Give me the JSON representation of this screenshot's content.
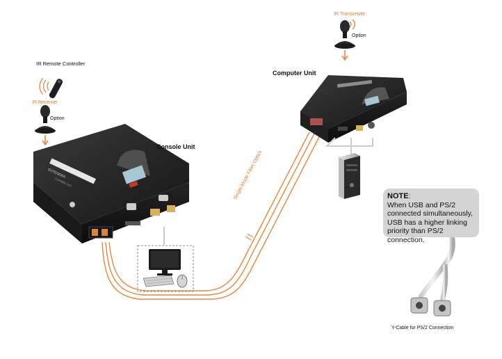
{
  "labels": {
    "ir_remote_controller": "IR Remote Controller",
    "ir_receiver": "IR Receiver",
    "option_left": "Option",
    "ir_transceiver": "IR Transceiver",
    "option_right": "Option",
    "computer_unit": "Computer Unit",
    "console_unit": "Console Unit",
    "fiber_label": "Single-Mode Fiber Optics",
    "y_cable": "Y-Cable for PS/2 Connection"
  },
  "note": {
    "heading": "NOTE",
    "heading_suffix": ":",
    "line1": "When USB and PS/2",
    "line2": "connected simultaneously,",
    "line3": "USB has a higher linking",
    "line4": "priority than PS/2 connection."
  },
  "device_text": {
    "extender_logo": "EXTENDER",
    "console_label": "Console Unit"
  },
  "colors": {
    "fiber": "#e8873a",
    "ir_label": "#e07a2a",
    "device_body": "#1b1b1b",
    "note_bg": "#d4d4d4"
  }
}
